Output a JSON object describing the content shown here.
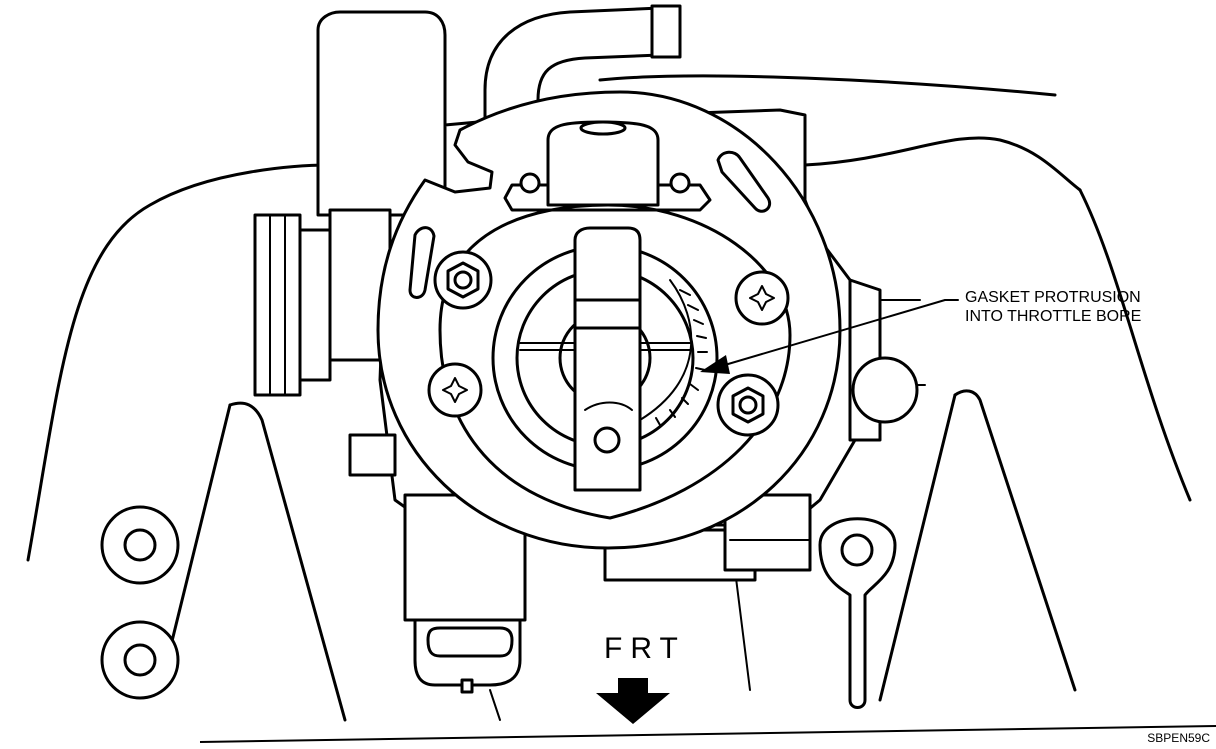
{
  "figure": {
    "callout": {
      "line1": "GASKET PROTRUSION",
      "line2": "INTO THROTTLE BORE"
    },
    "direction_label": "FRT",
    "figure_code": "SBPEN59C"
  }
}
